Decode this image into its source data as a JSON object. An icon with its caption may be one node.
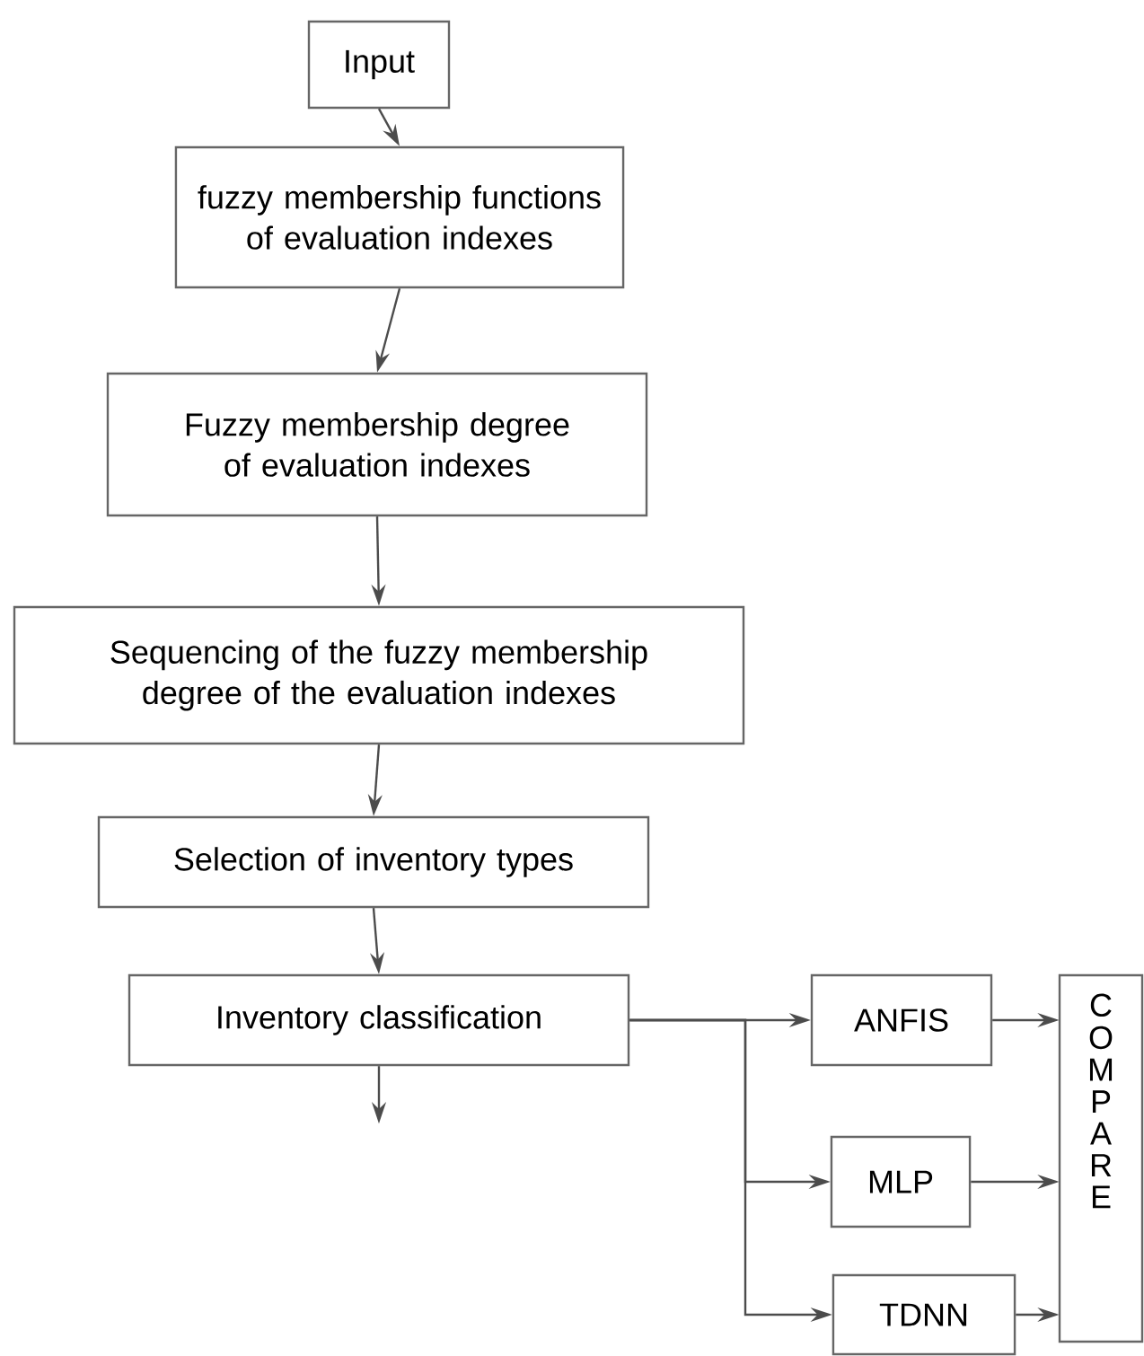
{
  "diagram": {
    "nodes": [
      {
        "text": [
          "Input"
        ]
      },
      {
        "text": [
          "fuzzy membership functions of evaluation indexes"
        ]
      },
      {
        "text": [
          "Fuzzy membership degree of evaluation indexes"
        ]
      },
      {
        "text": [
          "Sequencing of the fuzzy membership degree of the evaluation indexes"
        ]
      },
      {
        "text": [
          "Selection of inventory types"
        ]
      },
      {
        "text": [
          "Inventory classification"
        ]
      },
      {
        "text": [
          "ANFIS"
        ]
      },
      {
        "text": [
          "MLP"
        ]
      },
      {
        "text": [
          "TDNN"
        ]
      },
      {
        "text": [
          "COMPARE"
        ]
      }
    ],
    "edges": [
      {
        "from": 0,
        "to": 1,
        "arrow": "to"
      },
      {
        "from": 1,
        "to": 2,
        "arrow": "to"
      },
      {
        "from": 2,
        "to": 3,
        "arrow": "to"
      },
      {
        "from": 3,
        "to": 4,
        "arrow": "to"
      },
      {
        "from": 4,
        "to": 5,
        "arrow": "to"
      },
      {
        "from": 5,
        "to": null,
        "arrow": "to"
      },
      {
        "from": 5,
        "to": 6,
        "arrow": "to"
      },
      {
        "from": 5,
        "to": 7,
        "arrow": "to"
      },
      {
        "from": 5,
        "to": 8,
        "arrow": "to"
      },
      {
        "from": 6,
        "to": 9,
        "arrow": "to"
      },
      {
        "from": 7,
        "to": 9,
        "arrow": "to"
      },
      {
        "from": 8,
        "to": 9,
        "arrow": "to"
      }
    ]
  }
}
